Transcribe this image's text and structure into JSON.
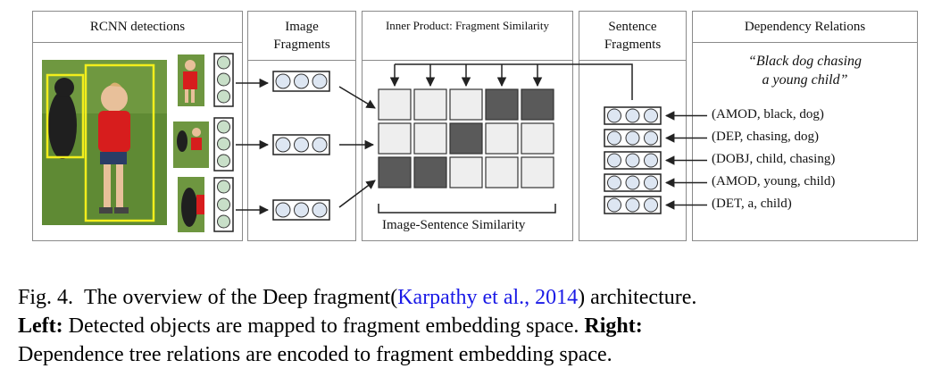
{
  "panels": {
    "rcnn_title": "RCNN detections",
    "image_frag_title_1": "Image",
    "image_frag_title_2": "Fragments",
    "inner_product_title": "Inner Product: Fragment Similarity",
    "sentence_frag_title_1": "Sentence",
    "sentence_frag_title_2": "Fragments",
    "dependency_title": "Dependency Relations"
  },
  "sentence_line_1": "“Black dog chasing",
  "sentence_line_2": "a young child”",
  "relations": [
    "(AMOD, black, dog)",
    "(DEP, chasing, dog)",
    "(DOBJ, child, chasing)",
    "(AMOD, young, child)",
    "(DET, a, child)"
  ],
  "similarity_label": "Image-Sentence Similarity",
  "similarity_grid": [
    [
      "light",
      "light",
      "light",
      "dark",
      "dark"
    ],
    [
      "light",
      "light",
      "dark",
      "light",
      "light"
    ],
    [
      "dark",
      "dark",
      "light",
      "light",
      "light"
    ]
  ],
  "caption": {
    "fig_label": "Fig. 4.",
    "line1_pre": "The overview of the Deep fragment(",
    "cite": "Karpathy et al., 2014",
    "line1_post": ") architecture.",
    "left_bold": "Left:",
    "left_text": "Detected objects are mapped to fragment embedding space.",
    "right_bold": "Right:",
    "line3": "Dependence tree relations are encoded to fragment embedding space."
  },
  "colors": {
    "detection_box": "#f2ee1c",
    "node_fill": "#c8dfc8",
    "cell_light": "#eeeeee",
    "cell_dark": "#5a5a5a",
    "citation": "#1a1ae6"
  }
}
